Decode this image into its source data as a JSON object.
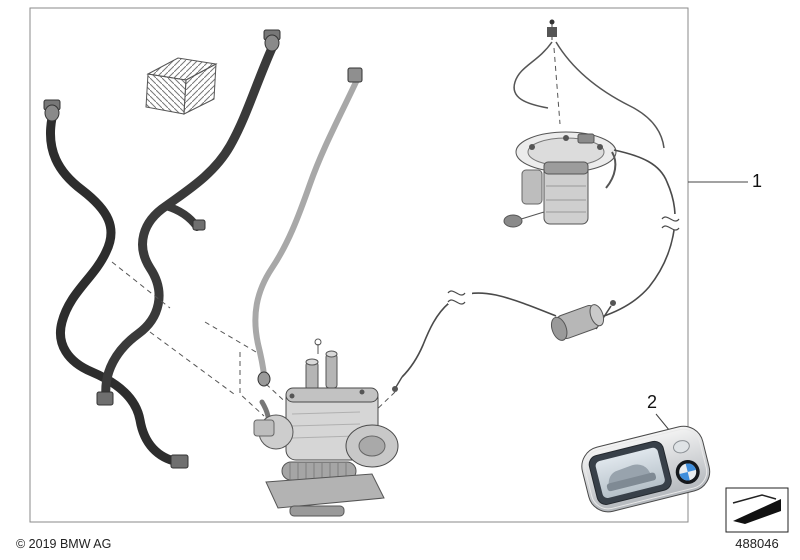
{
  "callouts": {
    "kit": {
      "label": "1"
    },
    "key": {
      "label": "2"
    }
  },
  "footer": {
    "copyright": "© 2019 BMW AG",
    "diagram_number": "488046"
  },
  "icons": {
    "corner": "main-group-arrow-icon",
    "key_logo": "bmw-roundel-icon"
  },
  "colors": {
    "background": "#ffffff",
    "outline": "#4a4a4a",
    "hose_dark": "#2d2d2d",
    "hose_medium": "#3a3a3a",
    "hose_light": "#a8a8a8",
    "roundel_blue": "#3f8edc"
  }
}
